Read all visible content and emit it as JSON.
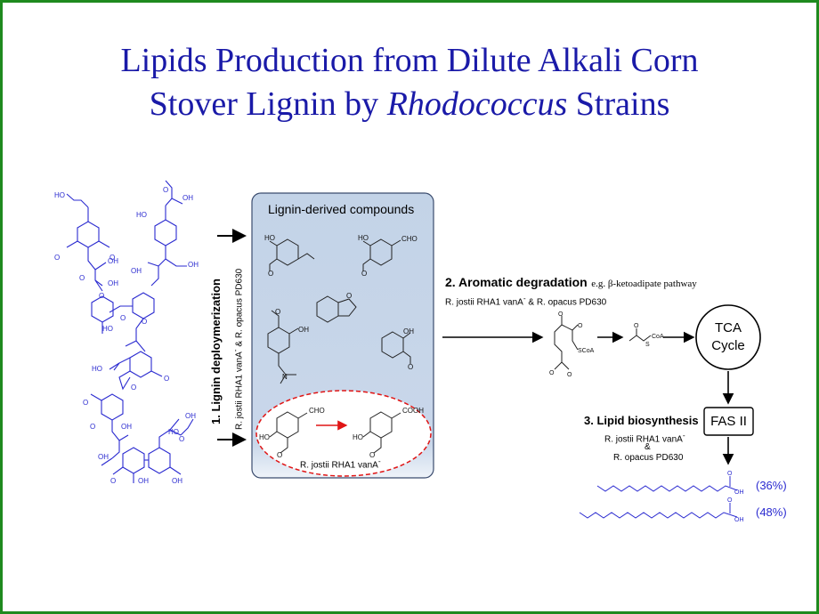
{
  "title": {
    "line1": "Lipids Production from Dilute Alkali Corn",
    "line2_pre": "Stover Lignin by ",
    "line2_italic": "Rhodococcus",
    "line2_post": " Strains"
  },
  "box": {
    "heading": "Lignin-derived compounds",
    "oval_label": "R. jostii RHA1 vanA",
    "oval_label_sup": "-"
  },
  "step1": {
    "title": "1. Lignin deploymerization",
    "strains": "R. jostii RHA1 vanA",
    "strains_sup": "-",
    "strains_tail": " & R. opacus PD630"
  },
  "step2": {
    "title": "2. Aromatic degradation",
    "note": "e.g. β-ketoadipate pathway",
    "strains": "R. jostii RHA1 vanA",
    "strains_sup": "-",
    "strains_tail": " & R. opacus PD630"
  },
  "step3": {
    "title": "3. Lipid biosynthesis",
    "strain1": "R. jostii RHA1 vanA",
    "strain1_sup": "-",
    "amp": "&",
    "strain2": "R. opacus PD630"
  },
  "tca": {
    "line1": "TCA",
    "line2": "Cycle"
  },
  "fas": {
    "label": "FAS II"
  },
  "products": {
    "pct1": "(36%)",
    "pct2": "(48%)"
  },
  "chem_labels": {
    "HO": "HO",
    "OH": "OH",
    "O": "O",
    "CHO": "CHO",
    "COOH": "COOH",
    "N": "N",
    "SCoA": "SCoA",
    "S": "S",
    "CoA": "CoA"
  },
  "colors": {
    "title": "#1a1aa8",
    "frame": "#1e8a1e",
    "lignin": "#2b2bd0",
    "box_fill": "#c6d5e8",
    "oval": "#e01515",
    "pct": "#2b2bd0"
  }
}
